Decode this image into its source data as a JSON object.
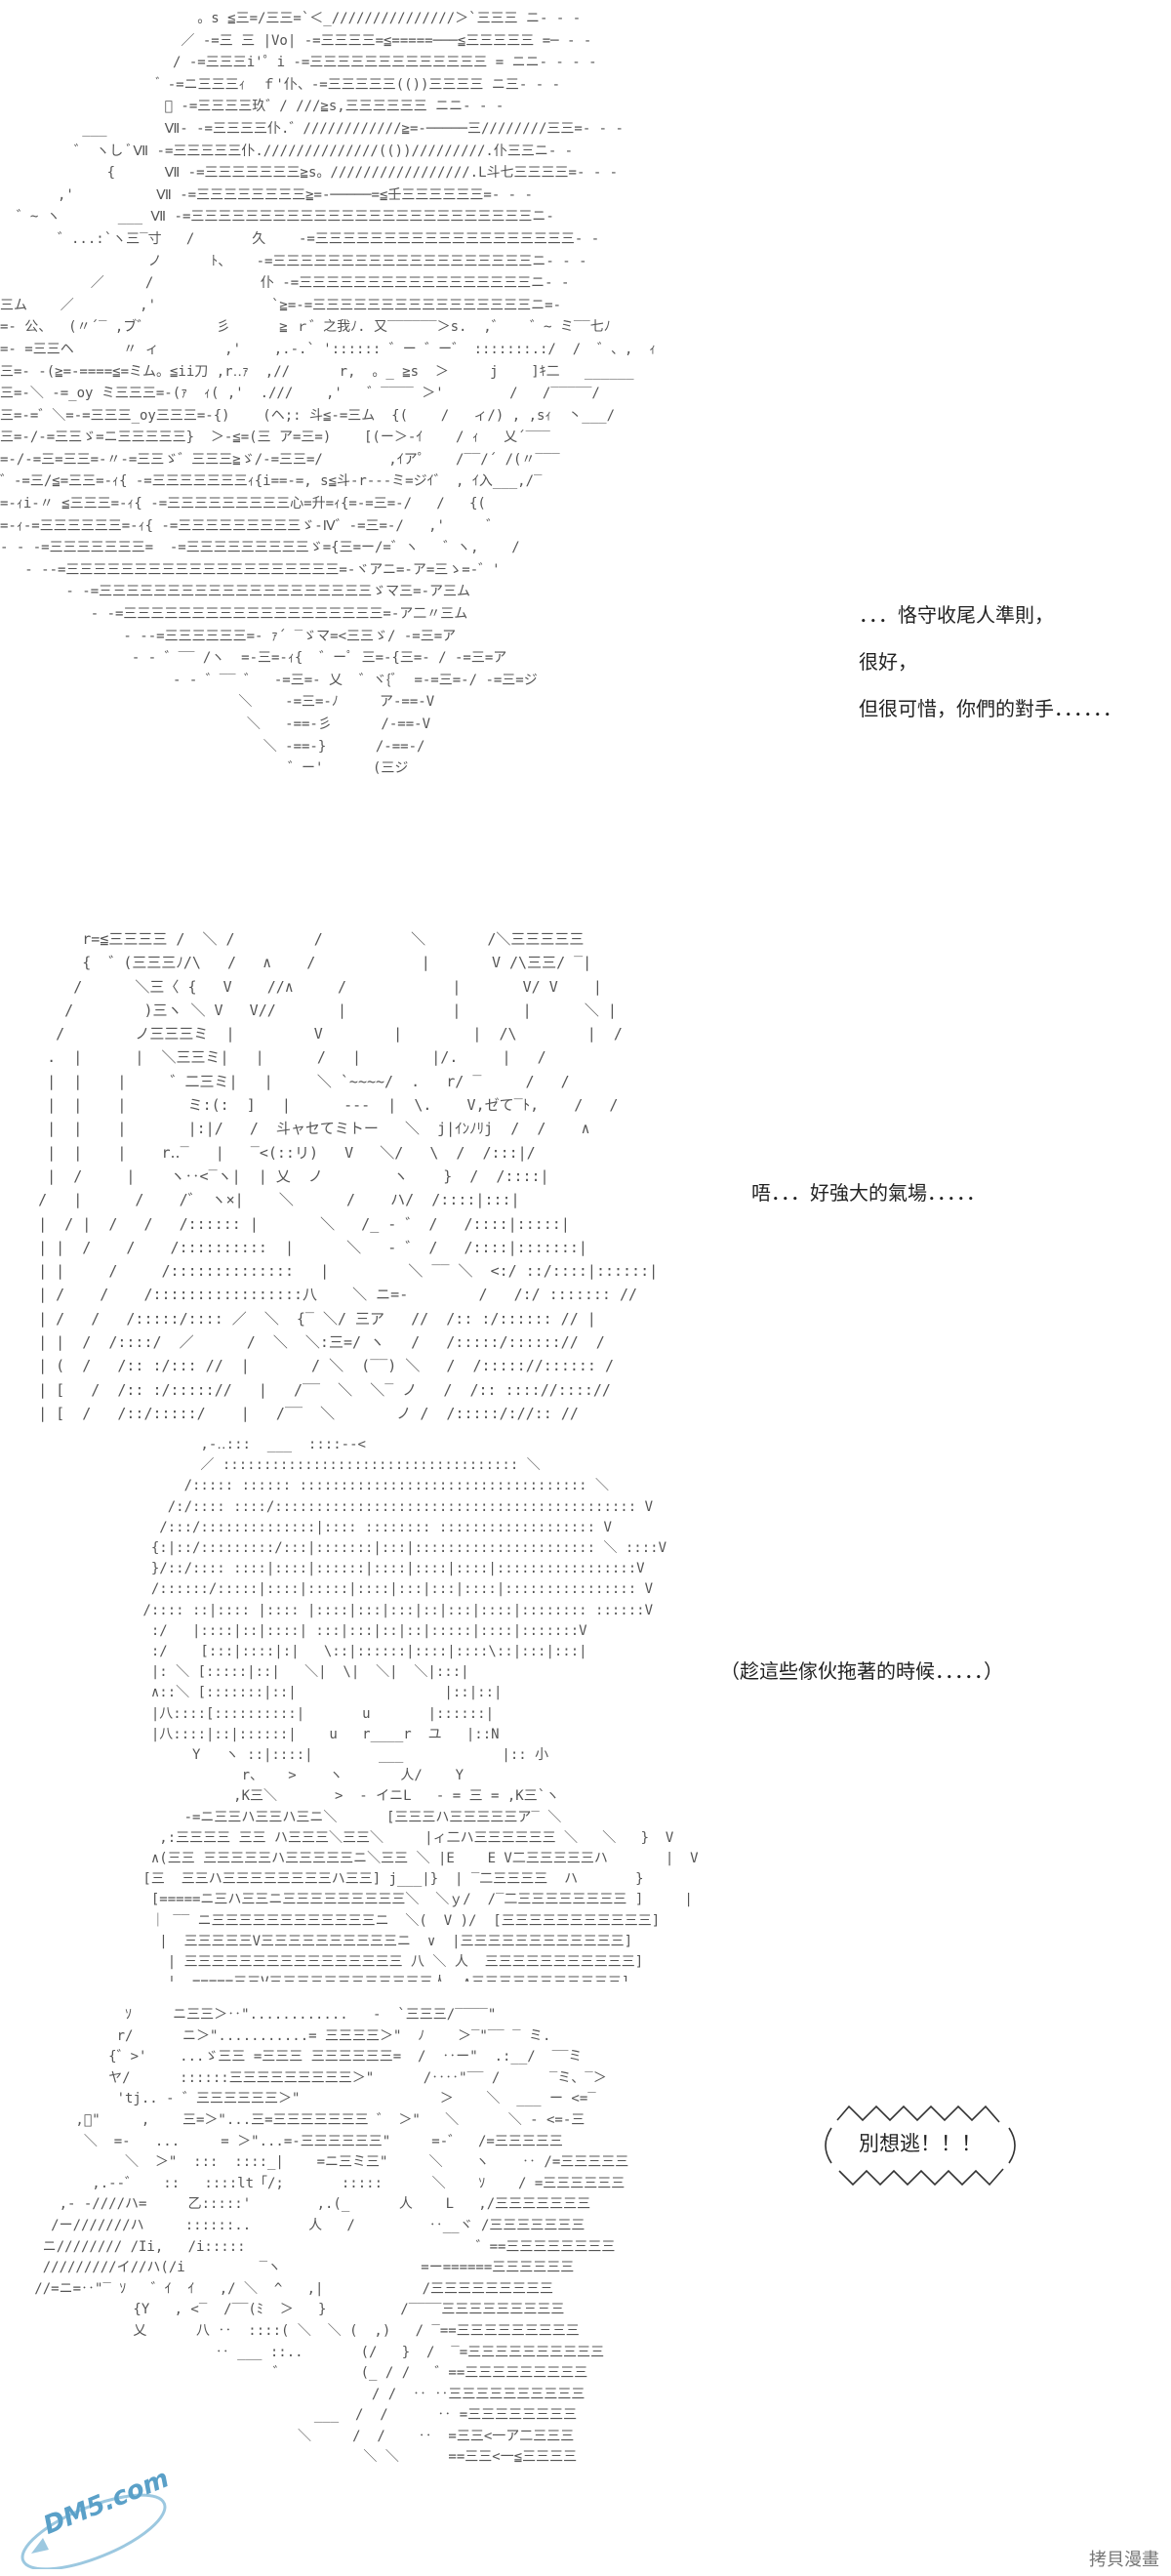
{
  "panel1": {
    "dialog_lines": [
      "．．．恪守收尾人準則，",
      "很好，",
      "但很可惜，你們的對手．．．．．．"
    ]
  },
  "panel2": {
    "dialog": "唔．．．好強大的氣場．．．．．"
  },
  "panel3": {
    "dialog": "（趁這些傢伙拖著的時候．．．．．）"
  },
  "panel4": {
    "shout": "別想逃！！！"
  },
  "watermark": {
    "text": "DM5.com"
  },
  "credit": {
    "text": "拷貝漫畫"
  },
  "colors": {
    "background": "#ffffff",
    "ascii_ink": "#555555",
    "text_ink": "#222222",
    "watermark": "#5aa0c8"
  }
}
